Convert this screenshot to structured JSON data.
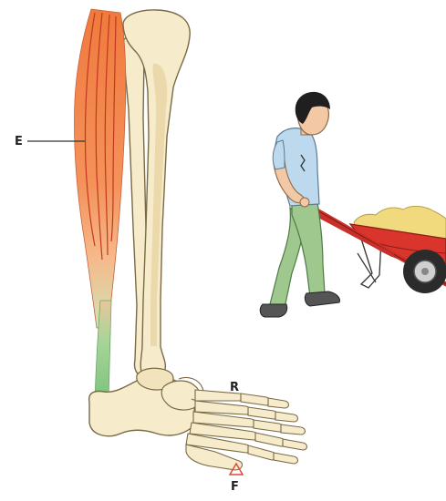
{
  "labels": {
    "effort": "E",
    "resistance": "R",
    "fulcrum": "F"
  },
  "colors": {
    "muscle": "#f2894e",
    "muscle_light": "#f7b27e",
    "tendon": "#8fcf8c",
    "fiber_line": "#c2371f",
    "bone": "#f6eccb",
    "bone_shade": "#e9d5a3",
    "bone_outline": "#7a6a45",
    "fulcrum_marker": "#e0473c",
    "skin": "#f2c9a4",
    "hair": "#1f1f1f",
    "shirt": "#bcd9ee",
    "trousers": "#9fc88f",
    "shoe": "#555555",
    "barrow_body": "#d9352c",
    "barrow_handle": "#c9302a",
    "sand": "#f1d97e",
    "wheel_tire": "#2b2b2b",
    "wheel_hub": "#d0d0d0",
    "barrow_leg": "#ffffff"
  },
  "icons": {
    "fulcrum": "triangle-outline-icon"
  }
}
